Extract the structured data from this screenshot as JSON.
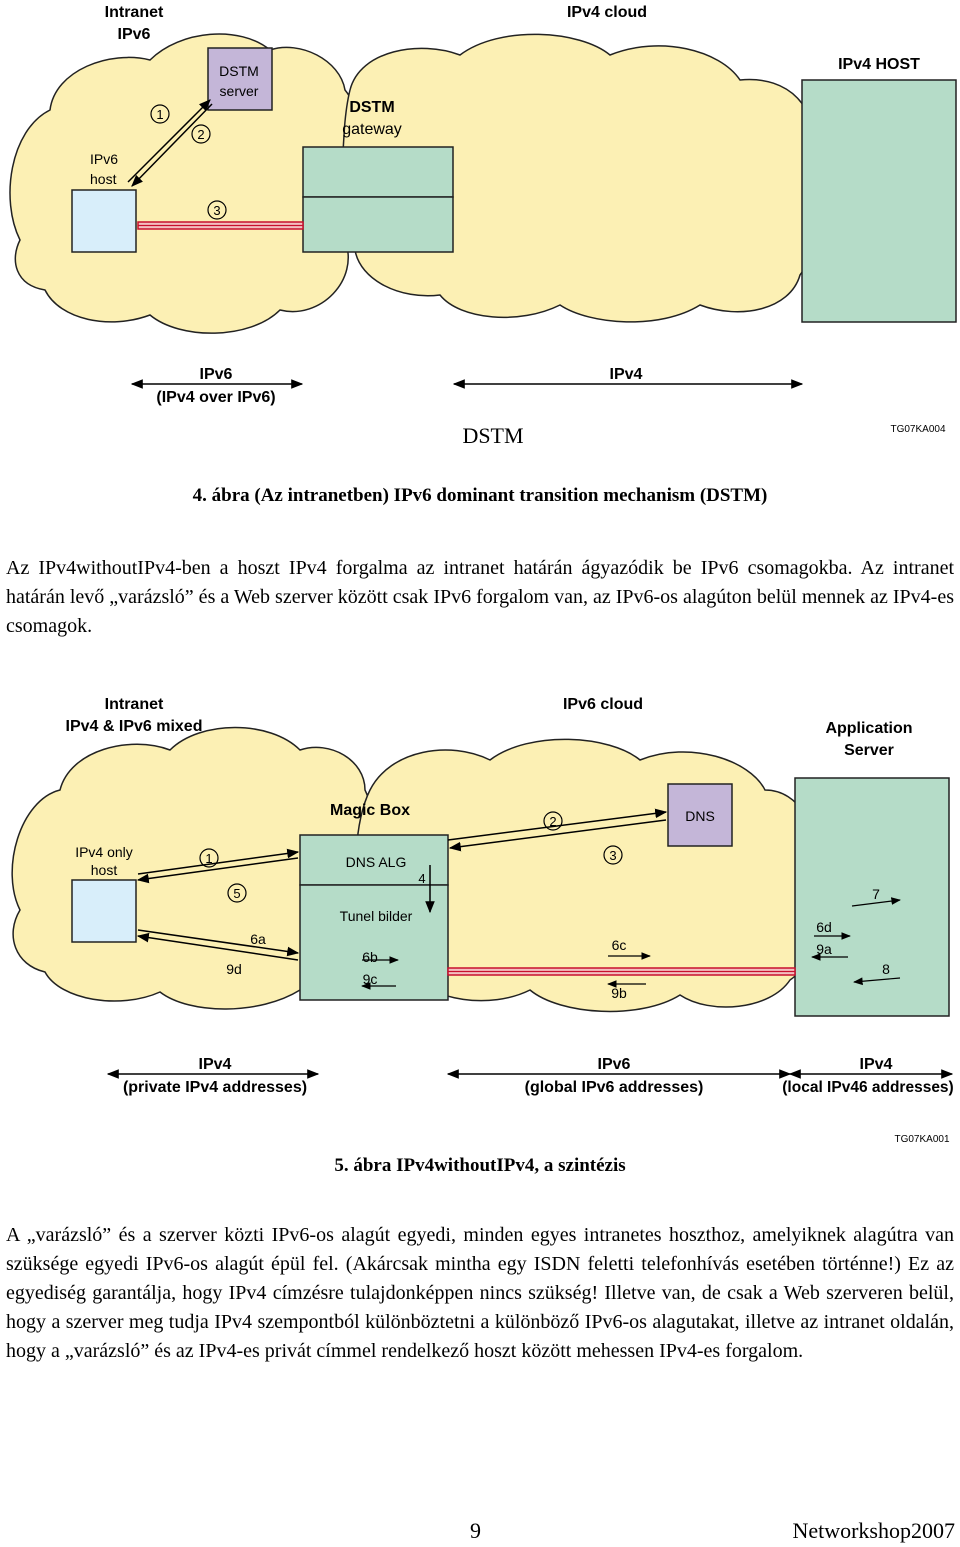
{
  "figure1": {
    "intranet_label": [
      "Intranet",
      "IPv6"
    ],
    "cloud_label": "IPv4 cloud",
    "host_label": "IPv4 HOST",
    "dstm_server_label": [
      "DSTM",
      "server"
    ],
    "dstm_gateway_label": [
      "DSTM",
      "gateway"
    ],
    "ipv6_host_label": [
      "IPv6",
      "host"
    ],
    "step_1": "1",
    "step_2": "2",
    "step_3": "3",
    "range_left_label": [
      "IPv6",
      "(IPv4 over IPv6)"
    ],
    "range_right_label": "IPv4",
    "diagram_title": "DSTM",
    "code": "TG07KA004",
    "colors": {
      "cloud": "#fcf0b4",
      "host_box": "#d8eefa",
      "node_box": "#b5dcc8",
      "dns_box": "#c4b6d8",
      "tunnel": "#c8102e"
    }
  },
  "caption1": "4. ábra  (Az intranetben) IPv6 dominant transition mechanism (DSTM)",
  "paragraph1": "Az IPv4withoutIPv4-ben a hoszt IPv4 forgalma az intranet határán ágyazódik be IPv6 csomagokba. Az intranet határán levő „varázsló” és a Web szerver között csak IPv6 forgalom van, az IPv6-os alagúton belül mennek az IPv4-es csomagok.",
  "figure2": {
    "intranet_label": [
      "Intranet",
      "IPv4 & IPv6 mixed"
    ],
    "cloud_label": "IPv6 cloud",
    "app_server_label": [
      "Application",
      "Server"
    ],
    "magic_box_label": "Magic Box",
    "dns_label": "DNS",
    "dns_alg_label": "DNS ALG",
    "tunel_label": "Tunel bilder",
    "host_label": [
      "IPv4 only",
      "host"
    ],
    "step_1": "1",
    "step_2": "2",
    "step_3": "3",
    "step_4": "4",
    "step_5": "5",
    "step_6a": "6a",
    "step_6b": "6b",
    "step_6c": "6c",
    "step_6d": "6d",
    "step_7": "7",
    "step_8": "8",
    "step_9a": "9a",
    "step_9b": "9b",
    "step_9c": "9c",
    "step_9d": "9d",
    "range_left_label": [
      "IPv4",
      "(private IPv4 addresses)"
    ],
    "range_mid_label": [
      "IPv6",
      "(global IPv6 addresses)"
    ],
    "range_right_label": [
      "IPv4",
      "(local IPv46 addresses)"
    ],
    "code": "TG07KA001"
  },
  "caption2": "5. ábra  IPv4withoutIPv4, a szintézis",
  "paragraph2": "A „varázsló” és a szerver közti IPv6-os alagút egyedi, minden egyes intranetes hoszthoz, amelyiknek alagútra van szüksége egyedi IPv6-os alagút épül fel. (Akárcsak mintha egy ISDN feletti telefonhívás esetében történne!) Ez az egyediség garantálja, hogy IPv4 címzésre tulajdonképpen nincs szükség! Illetve van, de csak a Web szerveren belül, hogy a szerver meg tudja IPv4 szempontból különböztetni a különböző IPv6-os alagutakat, illetve az intranet oldalán, hogy a „varázsló” és az IPv4-es privát címmel rendelkező hoszt között mehessen IPv4-es forgalom.",
  "footer": {
    "page_number": "9",
    "event": "Networkshop2007"
  }
}
